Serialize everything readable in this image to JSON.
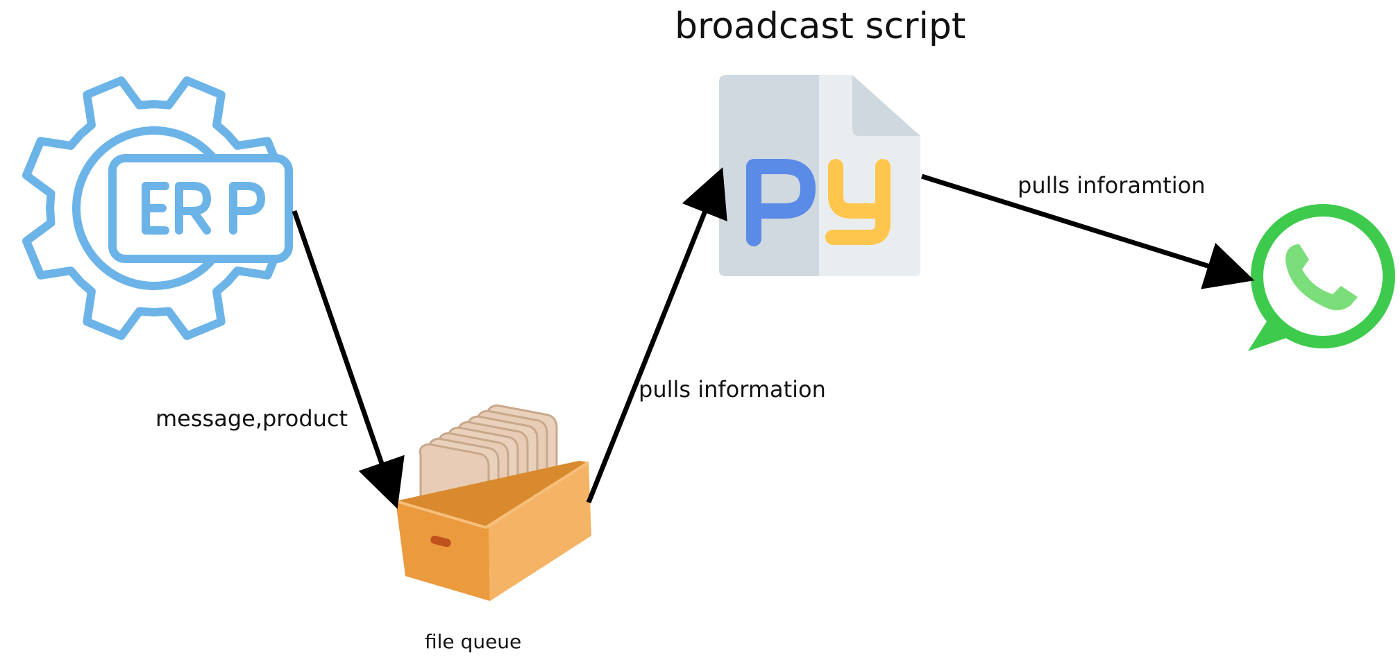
{
  "diagram": {
    "title": "broadcast script",
    "nodes": {
      "erp": {
        "label": "ERP",
        "icon": "erp-gear-icon",
        "color": "#6cb4e8"
      },
      "file_queue": {
        "label": "file queue",
        "icon": "file-box-icon",
        "color": "#f0a34a"
      },
      "python": {
        "label": "Py",
        "icon": "python-file-icon",
        "p_color": "#5a8be6",
        "y_color": "#ffc64d"
      },
      "whatsapp": {
        "icon": "whatsapp-icon",
        "color": "#3ecb4d"
      }
    },
    "edges": [
      {
        "from": "erp",
        "to": "file_queue",
        "label": "message,product"
      },
      {
        "from": "file_queue",
        "to": "python",
        "label": "pulls information"
      },
      {
        "from": "python",
        "to": "whatsapp",
        "label": "pulls inforamtion"
      }
    ]
  }
}
